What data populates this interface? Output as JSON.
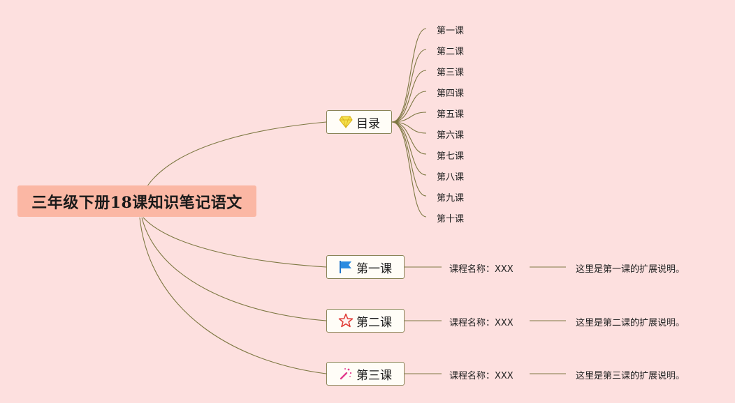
{
  "root": {
    "title": "三年级下册18课知识笔记语文"
  },
  "toc": {
    "label": "目录",
    "icon": "diamond-icon",
    "items": [
      "第一课",
      "第二课",
      "第三课",
      "第四课",
      "第五课",
      "第六课",
      "第七课",
      "第八课",
      "第九课",
      "第十课"
    ]
  },
  "lessons": [
    {
      "label": "第一课",
      "icon": "flag-icon",
      "course_name": "课程名称：XXX",
      "note": "这里是第一课的扩展说明。"
    },
    {
      "label": "第二课",
      "icon": "star-icon",
      "course_name": "课程名称：XXX",
      "note": "这里是第二课的扩展说明。"
    },
    {
      "label": "第三课",
      "icon": "magic-wand-icon",
      "course_name": "课程名称：XXX",
      "note": "这里是第三课的扩展说明。"
    }
  ],
  "colors": {
    "background": "#fde0df",
    "root_fill": "#fbb7a4",
    "line": "#7e7843",
    "node_fill": "#fffdf7"
  }
}
